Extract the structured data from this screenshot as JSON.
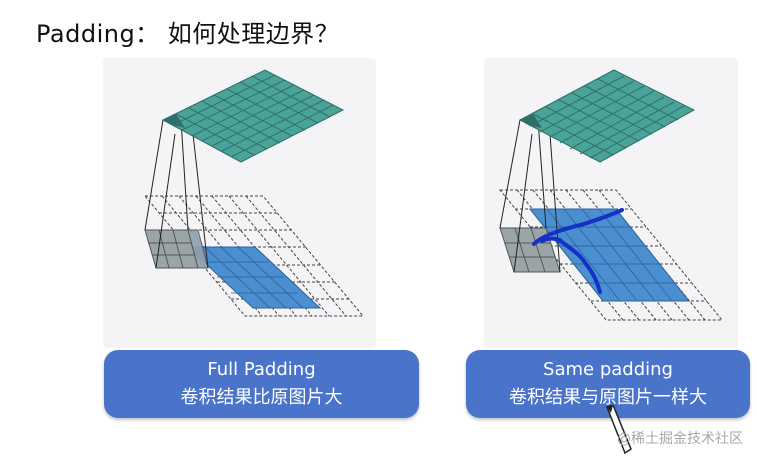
{
  "title": "Padding： 如何处理边界？",
  "panels": [
    {
      "id": "full",
      "caption_line1": "Full Padding",
      "caption_line2": "卷积结果比原图片大"
    },
    {
      "id": "same",
      "caption_line1": "Same padding",
      "caption_line2": "卷积结果与原图片一样大"
    }
  ],
  "watermark": "@稀土掘金技术社区",
  "colors": {
    "output_grid": "#4aa398",
    "input_grid": "#4b8fd1",
    "kernel_window": "#9aa5a8",
    "pen_annotation": "#1432c8",
    "caption_bg": "#4a74c9"
  },
  "icons": [
    "pen-cursor-icon"
  ]
}
